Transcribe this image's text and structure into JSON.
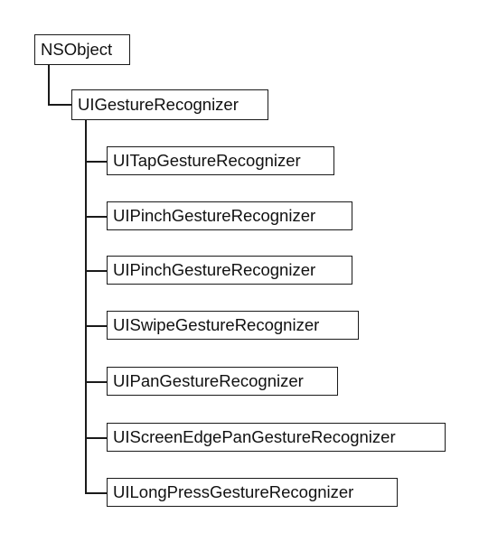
{
  "diagram": {
    "root": {
      "label": "NSObject"
    },
    "parent": {
      "label": "UIGestureRecognizer"
    },
    "children": [
      {
        "label": "UITapGestureRecognizer"
      },
      {
        "label": "UIPinchGestureRecognizer"
      },
      {
        "label": "UIPinchGestureRecognizer"
      },
      {
        "label": "UISwipeGestureRecognizer"
      },
      {
        "label": "UIPanGestureRecognizer"
      },
      {
        "label": "UIScreenEdgePanGestureRecognizer"
      },
      {
        "label": "UILongPressGestureRecognizer"
      }
    ]
  },
  "colors": {
    "line": "#1a1a1a",
    "text": "#111111",
    "background": "#ffffff"
  }
}
